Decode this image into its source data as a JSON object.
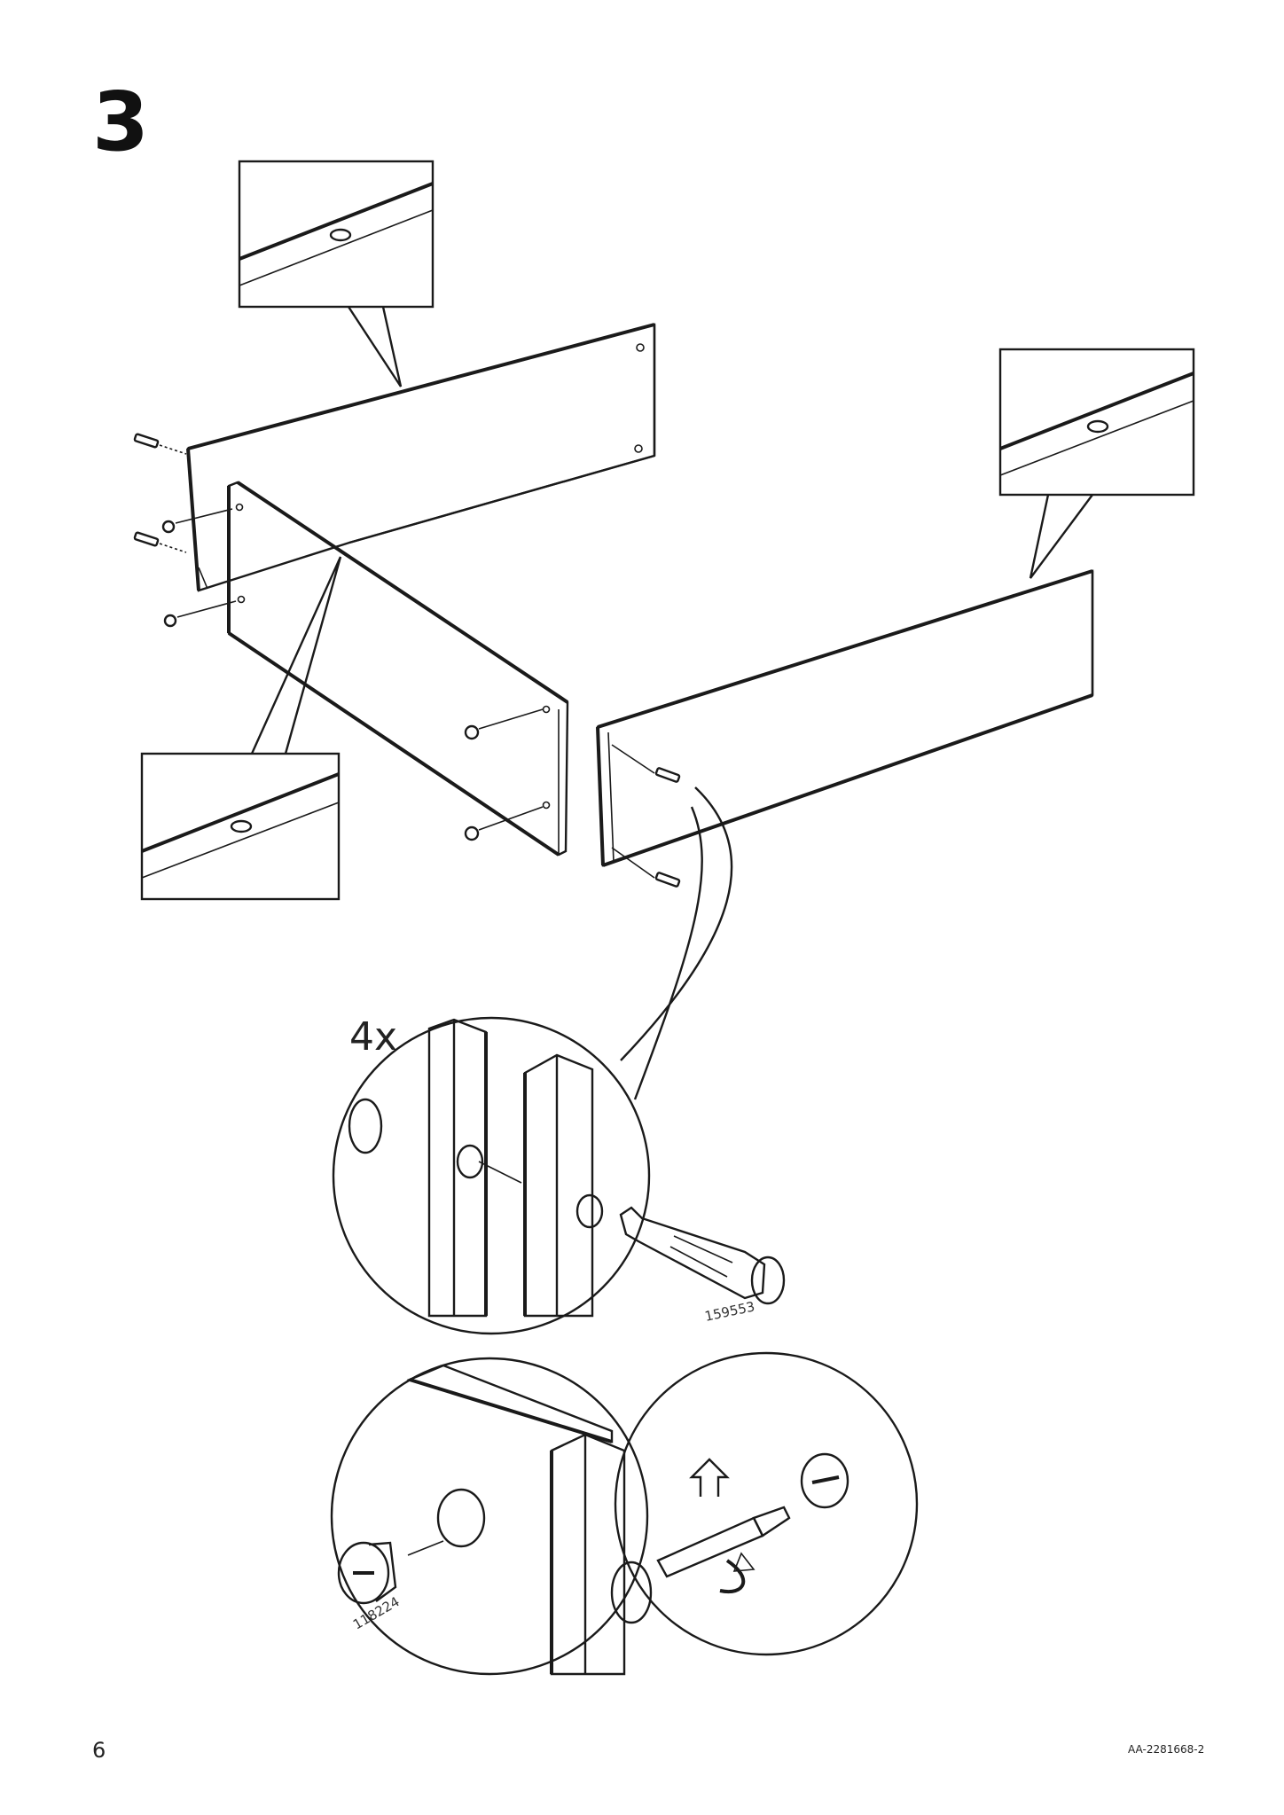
{
  "step": {
    "number": "3"
  },
  "detail": {
    "count": "4x"
  },
  "parts": {
    "tool_part_number": "159553",
    "fitting_part_number": "118224"
  },
  "footer": {
    "page_number": "6",
    "document_code": "AA-2281668-2"
  }
}
